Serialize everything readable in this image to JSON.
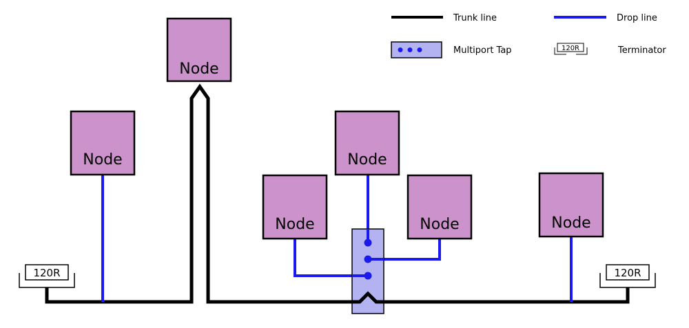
{
  "legend": {
    "trunk": "Trunk line",
    "drop": "Drop line",
    "tap": "Multiport Tap",
    "terminator": "Terminator",
    "terminator_symbol": "120R"
  },
  "terminators": {
    "left": "120R",
    "right": "120R"
  },
  "nodes": {
    "n1": "Node",
    "n2": "Node",
    "n3": "Node",
    "n4": "Node",
    "n5": "Node",
    "n6": "Node"
  },
  "colors": {
    "node_fill": "#cc92cc",
    "drop_line": "#1a1aee",
    "tap_fill": "#b3b3f2",
    "trunk_line": "#000000"
  }
}
